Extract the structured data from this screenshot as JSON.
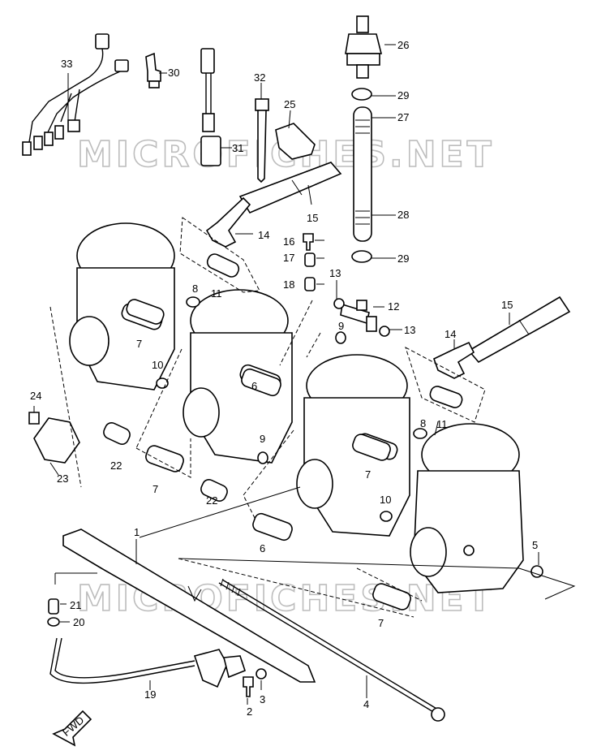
{
  "watermark": {
    "text": "MICROFICHES.NET"
  },
  "fwd_label": "FWD",
  "labels": [
    "1",
    "2",
    "3",
    "4",
    "5",
    "6",
    "7",
    "8",
    "9",
    "10",
    "11",
    "12",
    "13",
    "14",
    "15",
    "16",
    "17",
    "18",
    "19",
    "20",
    "21",
    "22",
    "23",
    "24",
    "25",
    "26",
    "27",
    "28",
    "29",
    "30",
    "31",
    "32",
    "33"
  ]
}
